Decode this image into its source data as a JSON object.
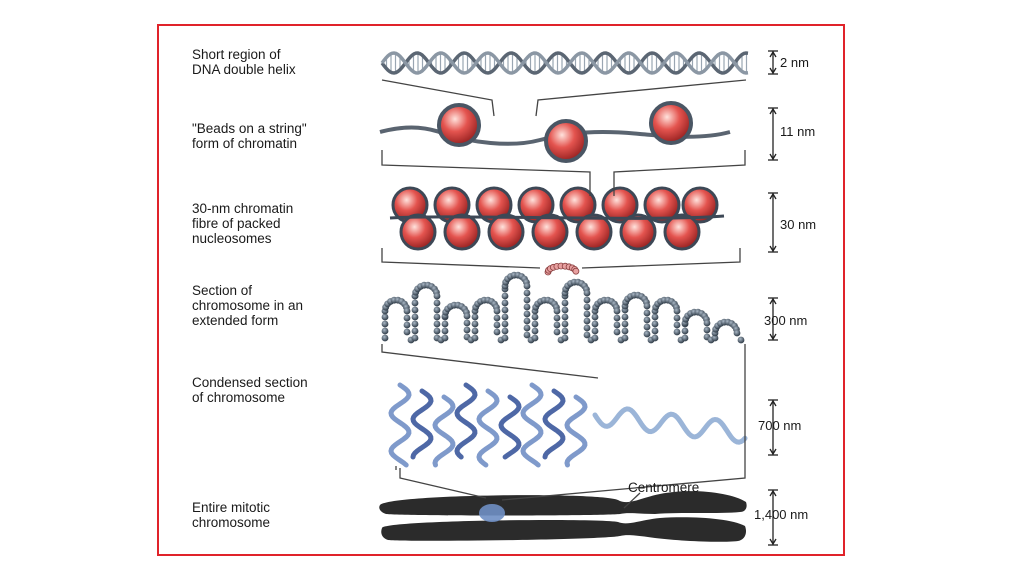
{
  "diagram": {
    "levels": [
      {
        "label": "Short region of\nDNA double helix",
        "size": "2 nm"
      },
      {
        "label": "\"Beads on a string\"\nform of chromatin",
        "size": "11 nm"
      },
      {
        "label": "30-nm chromatin\nfibre of packed\nnucleosomes",
        "size": "30 nm"
      },
      {
        "label": "Section of\nchromosome in an\nextended form",
        "size": "300 nm"
      },
      {
        "label": "Condensed section\nof chromosome",
        "size": "700 nm"
      },
      {
        "label": "Entire mitotic\nchromosome",
        "size": "1,400 nm"
      }
    ],
    "centromere_label": "Centromere"
  },
  "colors": {
    "frame": "#e0232a",
    "bead": "#d93a3a",
    "helix": "#7a8694",
    "loop": "#3e4c5c",
    "condensed": "#6f86b8",
    "chromosome": "#2a2a2a"
  }
}
